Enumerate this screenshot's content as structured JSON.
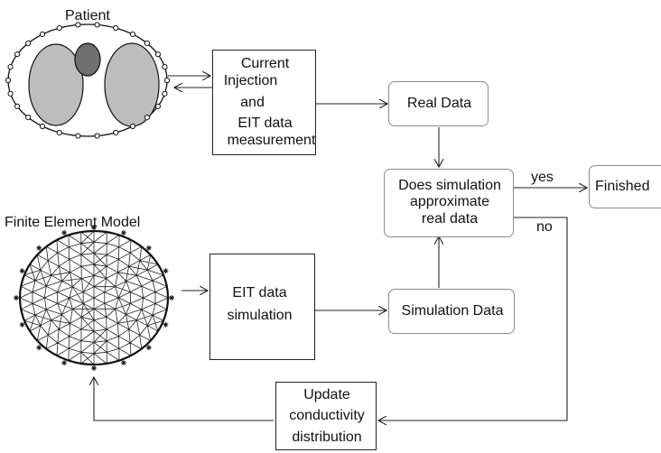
{
  "patient": {
    "title": "Patient"
  },
  "fem": {
    "title": "Finite Element Model"
  },
  "boxes": {
    "measurement": [
      "Current",
      "Injection",
      "and",
      "EIT data",
      "measurement"
    ],
    "real_data": "Real Data",
    "decision": [
      "Does simulation",
      "approximate",
      "real data"
    ],
    "finished": "Finished",
    "simulation": [
      "EIT data",
      "simulation"
    ],
    "simulation_data": "Simulation Data",
    "update": [
      "Update",
      "conductivity",
      "distribution"
    ]
  },
  "edges": {
    "yes": "yes",
    "no": "no"
  }
}
